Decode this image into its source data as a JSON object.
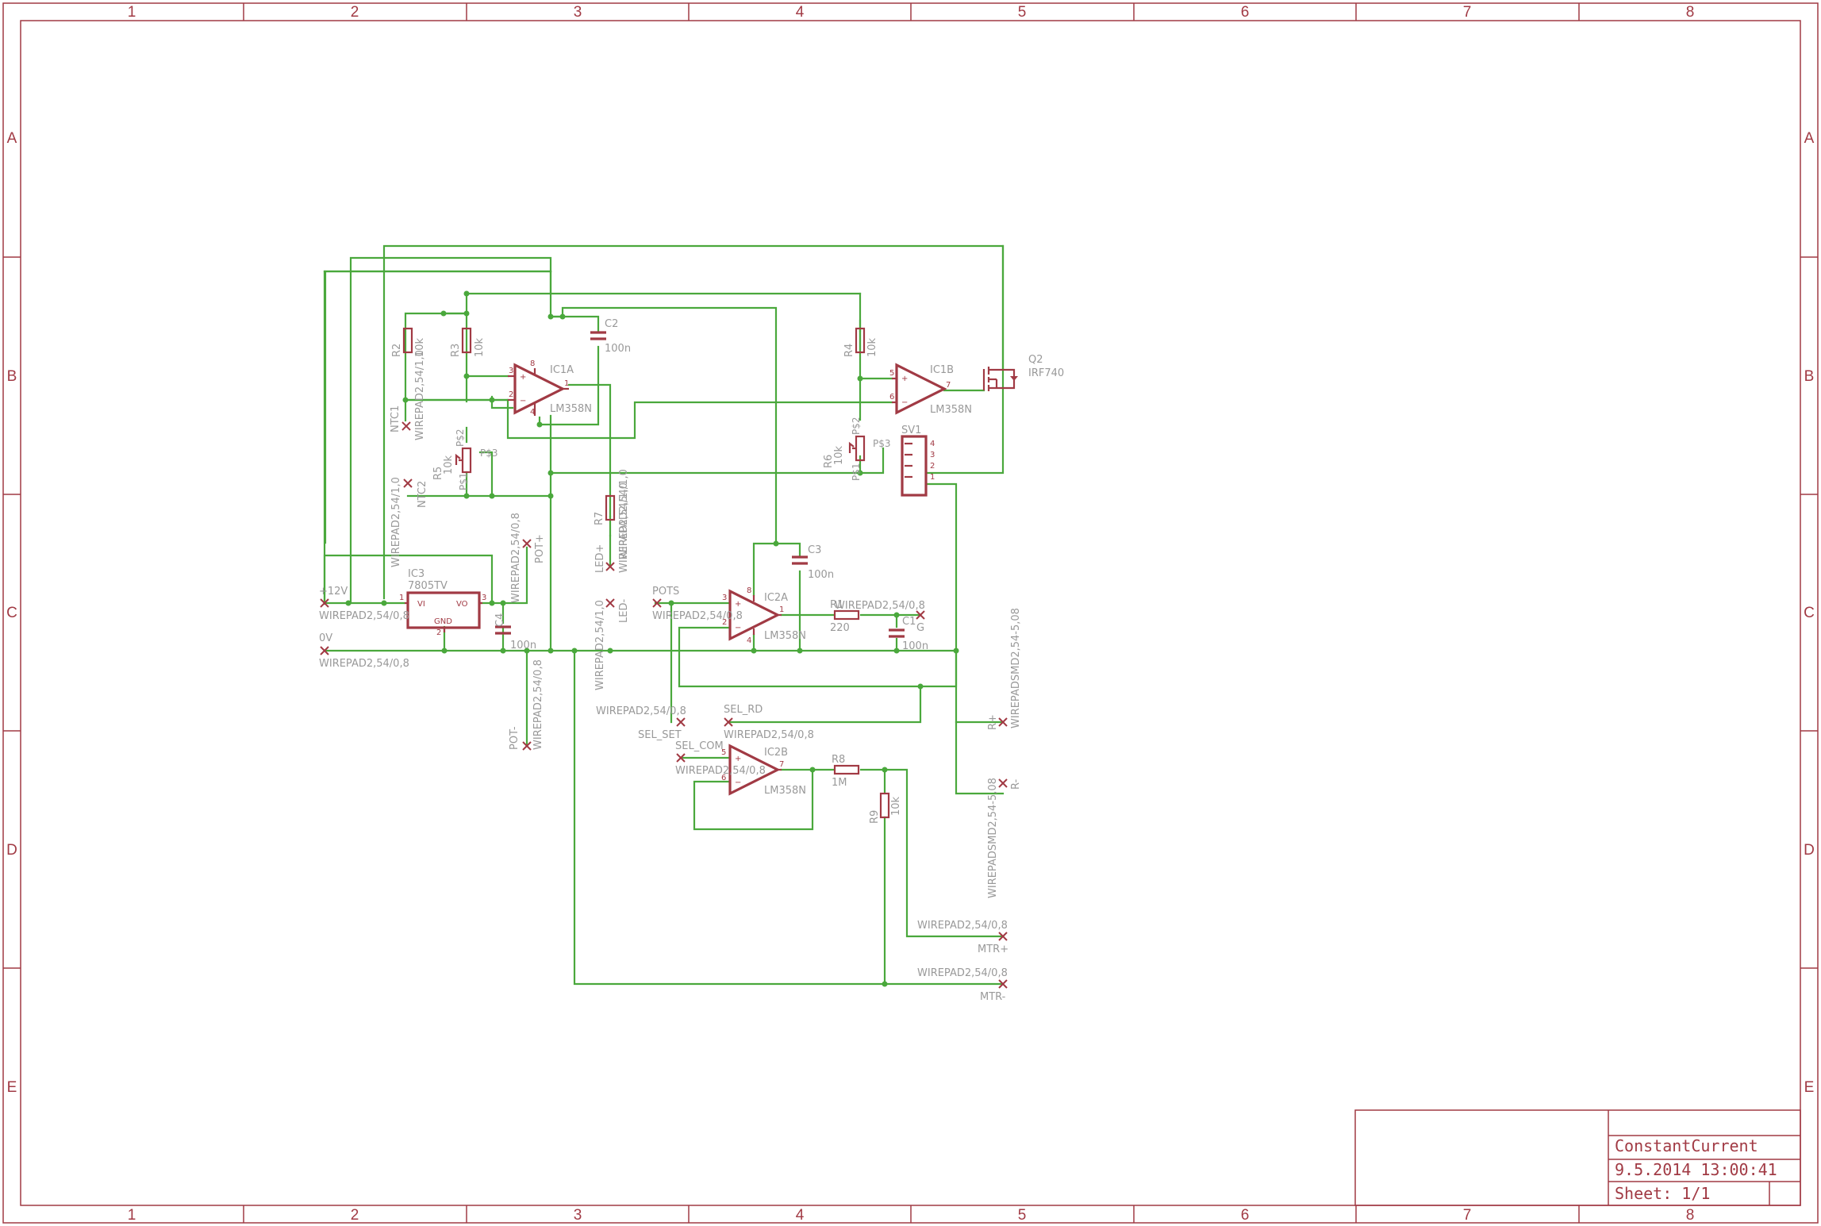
{
  "frame": {
    "columns": [
      "1",
      "2",
      "3",
      "4",
      "5",
      "6",
      "7",
      "8"
    ],
    "rows": [
      "A",
      "B",
      "C",
      "D",
      "E"
    ]
  },
  "title_block": {
    "drawing_name": "ConstantCurrent",
    "date_time": "9.5.2014 13:00:41",
    "sheet": "Sheet: 1/1"
  },
  "components": {
    "ic1a": {
      "name": "IC1A",
      "value": "LM358N"
    },
    "ic1b": {
      "name": "IC1B",
      "value": "LM358N"
    },
    "ic2a": {
      "name": "IC2A",
      "value": "LM358N"
    },
    "ic2b": {
      "name": "IC2B",
      "value": "LM358N"
    },
    "ic3": {
      "name": "IC3",
      "value": "7805TV",
      "pin_vi": "VI",
      "pin_vo": "VO",
      "pin_gnd": "GND"
    },
    "q2": {
      "name": "Q2",
      "value": "IRF740"
    },
    "sv1": {
      "name": "SV1"
    },
    "r1": {
      "name": "R1",
      "value": "220"
    },
    "r2": {
      "name": "R2",
      "value": "10k"
    },
    "r3": {
      "name": "R3",
      "value": "10k"
    },
    "r4": {
      "name": "R4",
      "value": "10k"
    },
    "r5": {
      "name": "R5",
      "value": "10k"
    },
    "r6": {
      "name": "R6",
      "value": "10k"
    },
    "r7": {
      "name": "R7",
      "value": "WIREPAD2,54/1,0"
    },
    "r8": {
      "name": "R8",
      "value": "1M"
    },
    "r9": {
      "name": "R9",
      "value": "10k"
    },
    "c1": {
      "name": "C1",
      "value": "100n"
    },
    "c2": {
      "name": "C2",
      "value": "100n"
    },
    "c3": {
      "name": "C3",
      "value": "100n"
    },
    "c4": {
      "name": "C4",
      "value": "100n"
    },
    "ps1": "P$1",
    "ps2": "P$2",
    "ps3": "P$3"
  },
  "pads": {
    "p12v": {
      "name": "+12V",
      "value": "WIREPAD2,54/0,8"
    },
    "p0v": {
      "name": "0V",
      "value": "WIREPAD2,54/0,8"
    },
    "ntc1": {
      "name": "NTC1",
      "value": "WIREPAD2,54/1,0"
    },
    "ntc2": {
      "name": "NTC2",
      "value": "WIREPAD2,54/1,0"
    },
    "potp": {
      "name": "POT+",
      "value": "WIREPAD2,54/0,8"
    },
    "potm": {
      "name": "POT-",
      "value": "WIREPAD2,54/0,8"
    },
    "ledp": {
      "name": "LED+",
      "value": "WIREPAD2,54/1,0"
    },
    "ledm": {
      "name": "LED-",
      "value": "WIREPAD2,54/1,0"
    },
    "pots": {
      "name": "POTS",
      "value": "WIREPAD2,54/0,8"
    },
    "g": {
      "name": "G",
      "value": "WIREPAD2,54/0,8"
    },
    "sel_rd": {
      "name": "SEL_RD",
      "value": "WIREPAD2,54/0,8"
    },
    "sel_set": {
      "name": "SEL_SET",
      "value": "WIREPAD2,54/0,8"
    },
    "sel_com": {
      "name": "SEL_COM",
      "value": "WIREPAD2,54/0,8"
    },
    "rp": {
      "name": "R+",
      "value": "WIREPADSMD2,54-5,08"
    },
    "rm": {
      "name": "R-",
      "value": "WIREPADSMD2,54-5,08"
    },
    "mtrp": {
      "name": "MTR+",
      "value": "WIREPAD2,54/0,8"
    },
    "mtrm": {
      "name": "MTR-",
      "value": "WIREPAD2,54/0,8"
    }
  },
  "pins": {
    "p1": "1",
    "p2": "2",
    "p3": "3",
    "p4": "4",
    "p5": "5",
    "p6": "6",
    "p7": "7",
    "p8": "8",
    "plus": "+",
    "minus": "−"
  },
  "colors": {
    "frame": "#a13a44",
    "wire": "#4aa83c",
    "text": "#999999",
    "background": "#ffffff"
  }
}
